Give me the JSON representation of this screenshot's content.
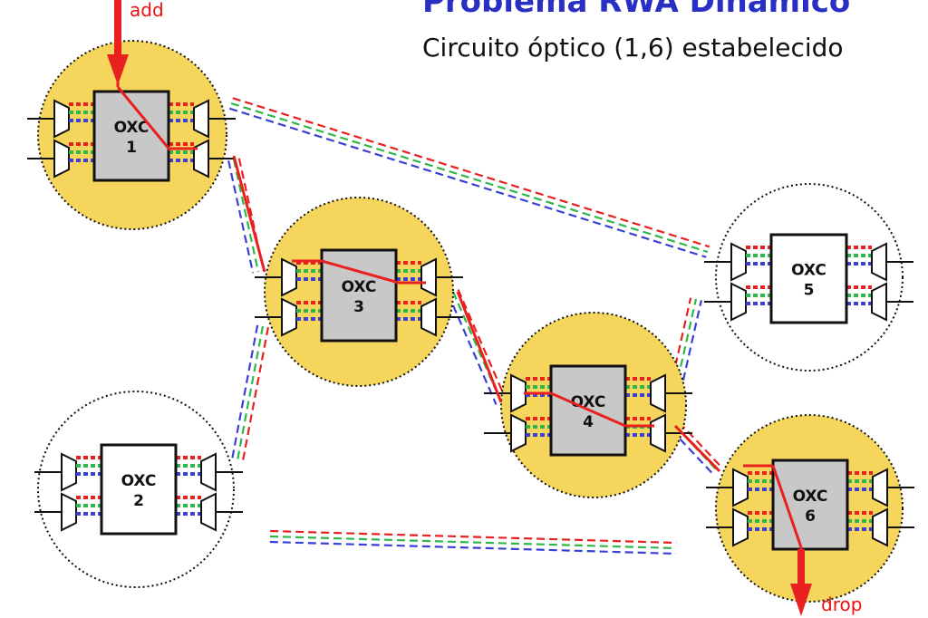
{
  "title": "Problema RWA Dinâmico",
  "subtitle": "Circuito óptico (1,6) estabelecido",
  "labels": {
    "add": "add",
    "drop": "drop"
  },
  "colors": {
    "title": "#2a2fc4",
    "node_active": "#f6d55c",
    "oxc_active": "#c8c8c8",
    "oxc_idle": "#ffffff",
    "lambda_red": "#e82020",
    "lambda_green": "#2fb84a",
    "lambda_blue": "#3a3fd6",
    "circuit": "#e82020"
  },
  "nodes": [
    {
      "id": "1",
      "name": "OXC",
      "number": "1",
      "active": true
    },
    {
      "id": "2",
      "name": "OXC",
      "number": "2",
      "active": false
    },
    {
      "id": "3",
      "name": "OXC",
      "number": "3",
      "active": true
    },
    {
      "id": "4",
      "name": "OXC",
      "number": "4",
      "active": true
    },
    {
      "id": "5",
      "name": "OXC",
      "number": "5",
      "active": false
    },
    {
      "id": "6",
      "name": "OXC",
      "number": "6",
      "active": true
    }
  ],
  "links": [
    {
      "from": "1",
      "to": "5"
    },
    {
      "from": "1",
      "to": "3"
    },
    {
      "from": "3",
      "to": "2"
    },
    {
      "from": "3",
      "to": "4"
    },
    {
      "from": "4",
      "to": "5"
    },
    {
      "from": "4",
      "to": "6"
    },
    {
      "from": "2",
      "to": "6"
    }
  ],
  "circuit_path": [
    "1",
    "3",
    "4",
    "6"
  ]
}
